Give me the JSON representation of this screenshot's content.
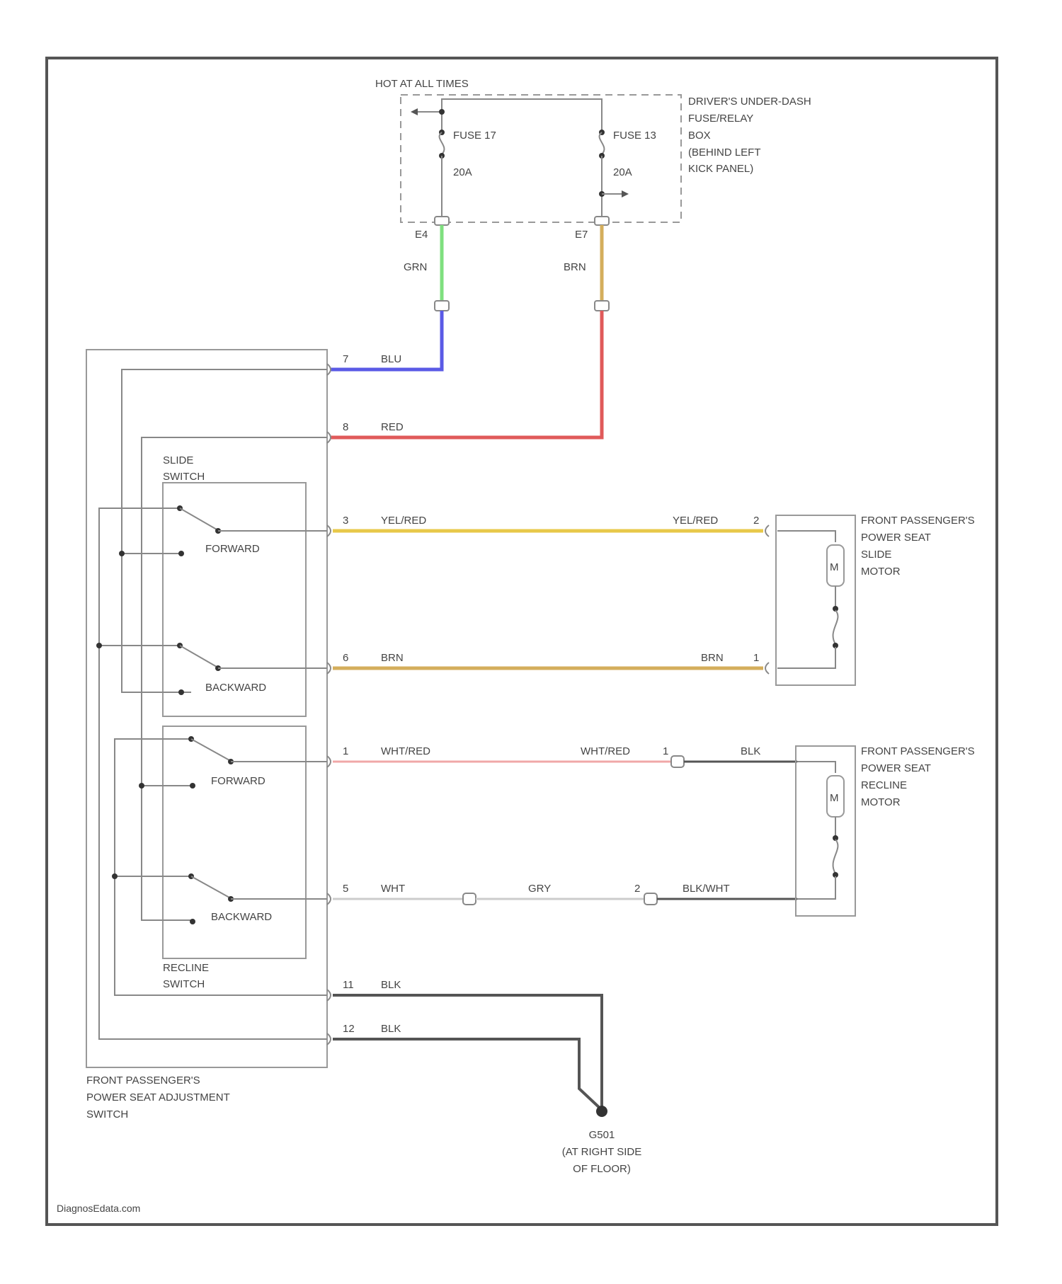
{
  "header": {
    "power_label": "HOT AT ALL TIMES"
  },
  "fuse_box": {
    "label_lines": [
      "DRIVER'S UNDER-DASH",
      "FUSE/RELAY",
      "BOX",
      "(BEHIND LEFT",
      "KICK PANEL)"
    ],
    "fuse_a": {
      "name": "FUSE 17",
      "rating": "20A",
      "pin": "E4",
      "wire": "GRN"
    },
    "fuse_b": {
      "name": "FUSE 13",
      "rating": "20A",
      "pin": "E7",
      "wire": "BRN"
    }
  },
  "switch_assembly": {
    "label_lines": [
      "FRONT PASSENGER'S",
      "POWER SEAT ADJUSTMENT",
      "SWITCH"
    ],
    "slide_switch": {
      "label_lines": [
        "SLIDE",
        "SWITCH"
      ],
      "forward": "FORWARD",
      "backward": "BACKWARD"
    },
    "recline_switch": {
      "label_lines": [
        "RECLINE",
        "SWITCH"
      ],
      "forward": "FORWARD",
      "backward": "BACKWARD"
    }
  },
  "wires": {
    "pin7": {
      "pin": "7",
      "color_name": "BLU",
      "color": "#5a5ae6"
    },
    "pin8": {
      "pin": "8",
      "color_name": "RED",
      "color": "#e05a5a"
    },
    "pin3": {
      "pin": "3",
      "left_color": "YEL/RED",
      "right_pin": "2",
      "right_color": "YEL/RED",
      "color": "#e8c84a"
    },
    "pin6": {
      "pin": "6",
      "left_color": "BRN",
      "right_pin": "1",
      "right_color": "BRN",
      "color": "#d4ae5c"
    },
    "pin1": {
      "pin": "1",
      "left_color": "WHT/RED",
      "mid_pin": "1",
      "mid_color": "WHT/RED",
      "motor_color": "BLK",
      "color": "#f0a8a8"
    },
    "pin5": {
      "pin": "5",
      "left_color": "WHT",
      "mid_color": "GRY",
      "motor_pin": "2",
      "motor_color": "BLK/WHT",
      "color": "#cccccc"
    },
    "pin11": {
      "pin": "11",
      "color_name": "BLK"
    },
    "pin12": {
      "pin": "12",
      "color_name": "BLK"
    },
    "feed_green": "#7fe07f",
    "feed_brown": "#d4ae5c",
    "black": "#555555"
  },
  "slide_motor": {
    "label_lines": [
      "FRONT PASSENGER'S",
      "POWER SEAT",
      "SLIDE",
      "MOTOR"
    ],
    "symbol": "M"
  },
  "recline_motor": {
    "label_lines": [
      "FRONT PASSENGER'S",
      "POWER SEAT",
      "RECLINE",
      "MOTOR"
    ],
    "symbol": "M"
  },
  "ground": {
    "label_lines": [
      "G501",
      "(AT RIGHT SIDE",
      "OF FLOOR)"
    ]
  },
  "footer": {
    "watermark": "DiagnosEdata.com"
  }
}
